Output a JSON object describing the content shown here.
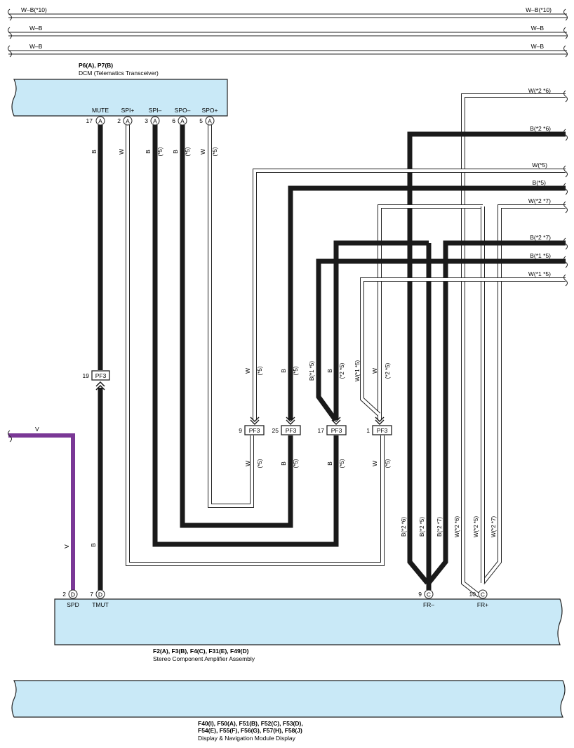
{
  "top_buses": [
    {
      "left": "W–B(*10)",
      "right": "W–B(*10)"
    },
    {
      "left": "W–B",
      "right": "W–B"
    },
    {
      "left": "W–B",
      "right": "W–B"
    }
  ],
  "dcm": {
    "codes": "P6(A), P7(B)",
    "name": "DCM (Telematics Transceiver)",
    "pins": [
      {
        "num": "17",
        "letter": "A",
        "label": "MUTE"
      },
      {
        "num": "2",
        "letter": "A",
        "label": "SPI+"
      },
      {
        "num": "3",
        "letter": "A",
        "label": "SPI–"
      },
      {
        "num": "6",
        "letter": "A",
        "label": "SPO–"
      },
      {
        "num": "5",
        "letter": "A",
        "label": "SPO+"
      }
    ]
  },
  "right_wires": [
    "W(*2 *6)",
    "B(*2 *6)",
    "W(*5)",
    "B(*5)",
    "W(*2 *7)",
    "B(*2 *7)",
    "B(*1 *5)",
    "W(*1 *5)"
  ],
  "left_wire_v": "V",
  "wire_colors": {
    "B": "B",
    "W": "W",
    "V": "V"
  },
  "wire_notes": {
    "n5": "(*5)",
    "n15": "B(*1 *5)",
    "n25": "(*2 *5)",
    "w15": "W(*1 *5)",
    "w25": "(*2 *5)"
  },
  "connectors": {
    "pf3_19": {
      "num": "19",
      "name": "PF3"
    },
    "pf3_9": {
      "num": "9",
      "name": "PF3"
    },
    "pf3_25": {
      "num": "25",
      "name": "PF3"
    },
    "pf3_17": {
      "num": "17",
      "name": "PF3"
    },
    "pf3_1": {
      "num": "1",
      "name": "PF3"
    }
  },
  "fr_wires": [
    "B(*2 *6)",
    "B(*2 *5)",
    "B(*2 *7)",
    "W(*2 *6)",
    "W(*2 *5)",
    "W(*2 *7)"
  ],
  "amp": {
    "codes": "F2(A), F3(B), F4(C), F31(E), F49(D)",
    "name": "Stereo Component Amplifier Assembly",
    "pins": [
      {
        "num": "2",
        "letter": "D",
        "label": "SPD"
      },
      {
        "num": "7",
        "letter": "D",
        "label": "TMUT"
      },
      {
        "num": "9",
        "letter": "C",
        "label": "FR–"
      },
      {
        "num": "10",
        "letter": "C",
        "label": "FR+"
      }
    ]
  },
  "display": {
    "codes_line1": "F40(I), F50(A), F51(B), F52(C), F53(D),",
    "codes_line2": "F54(E), F55(F), F56(G), F57(H), F58(J)",
    "name": "Display & Navigation Module Display"
  },
  "colors": {
    "wire_black": "#1a1a1a",
    "wire_violet": "#7a3896",
    "component_fill": "#c9e9f7"
  }
}
